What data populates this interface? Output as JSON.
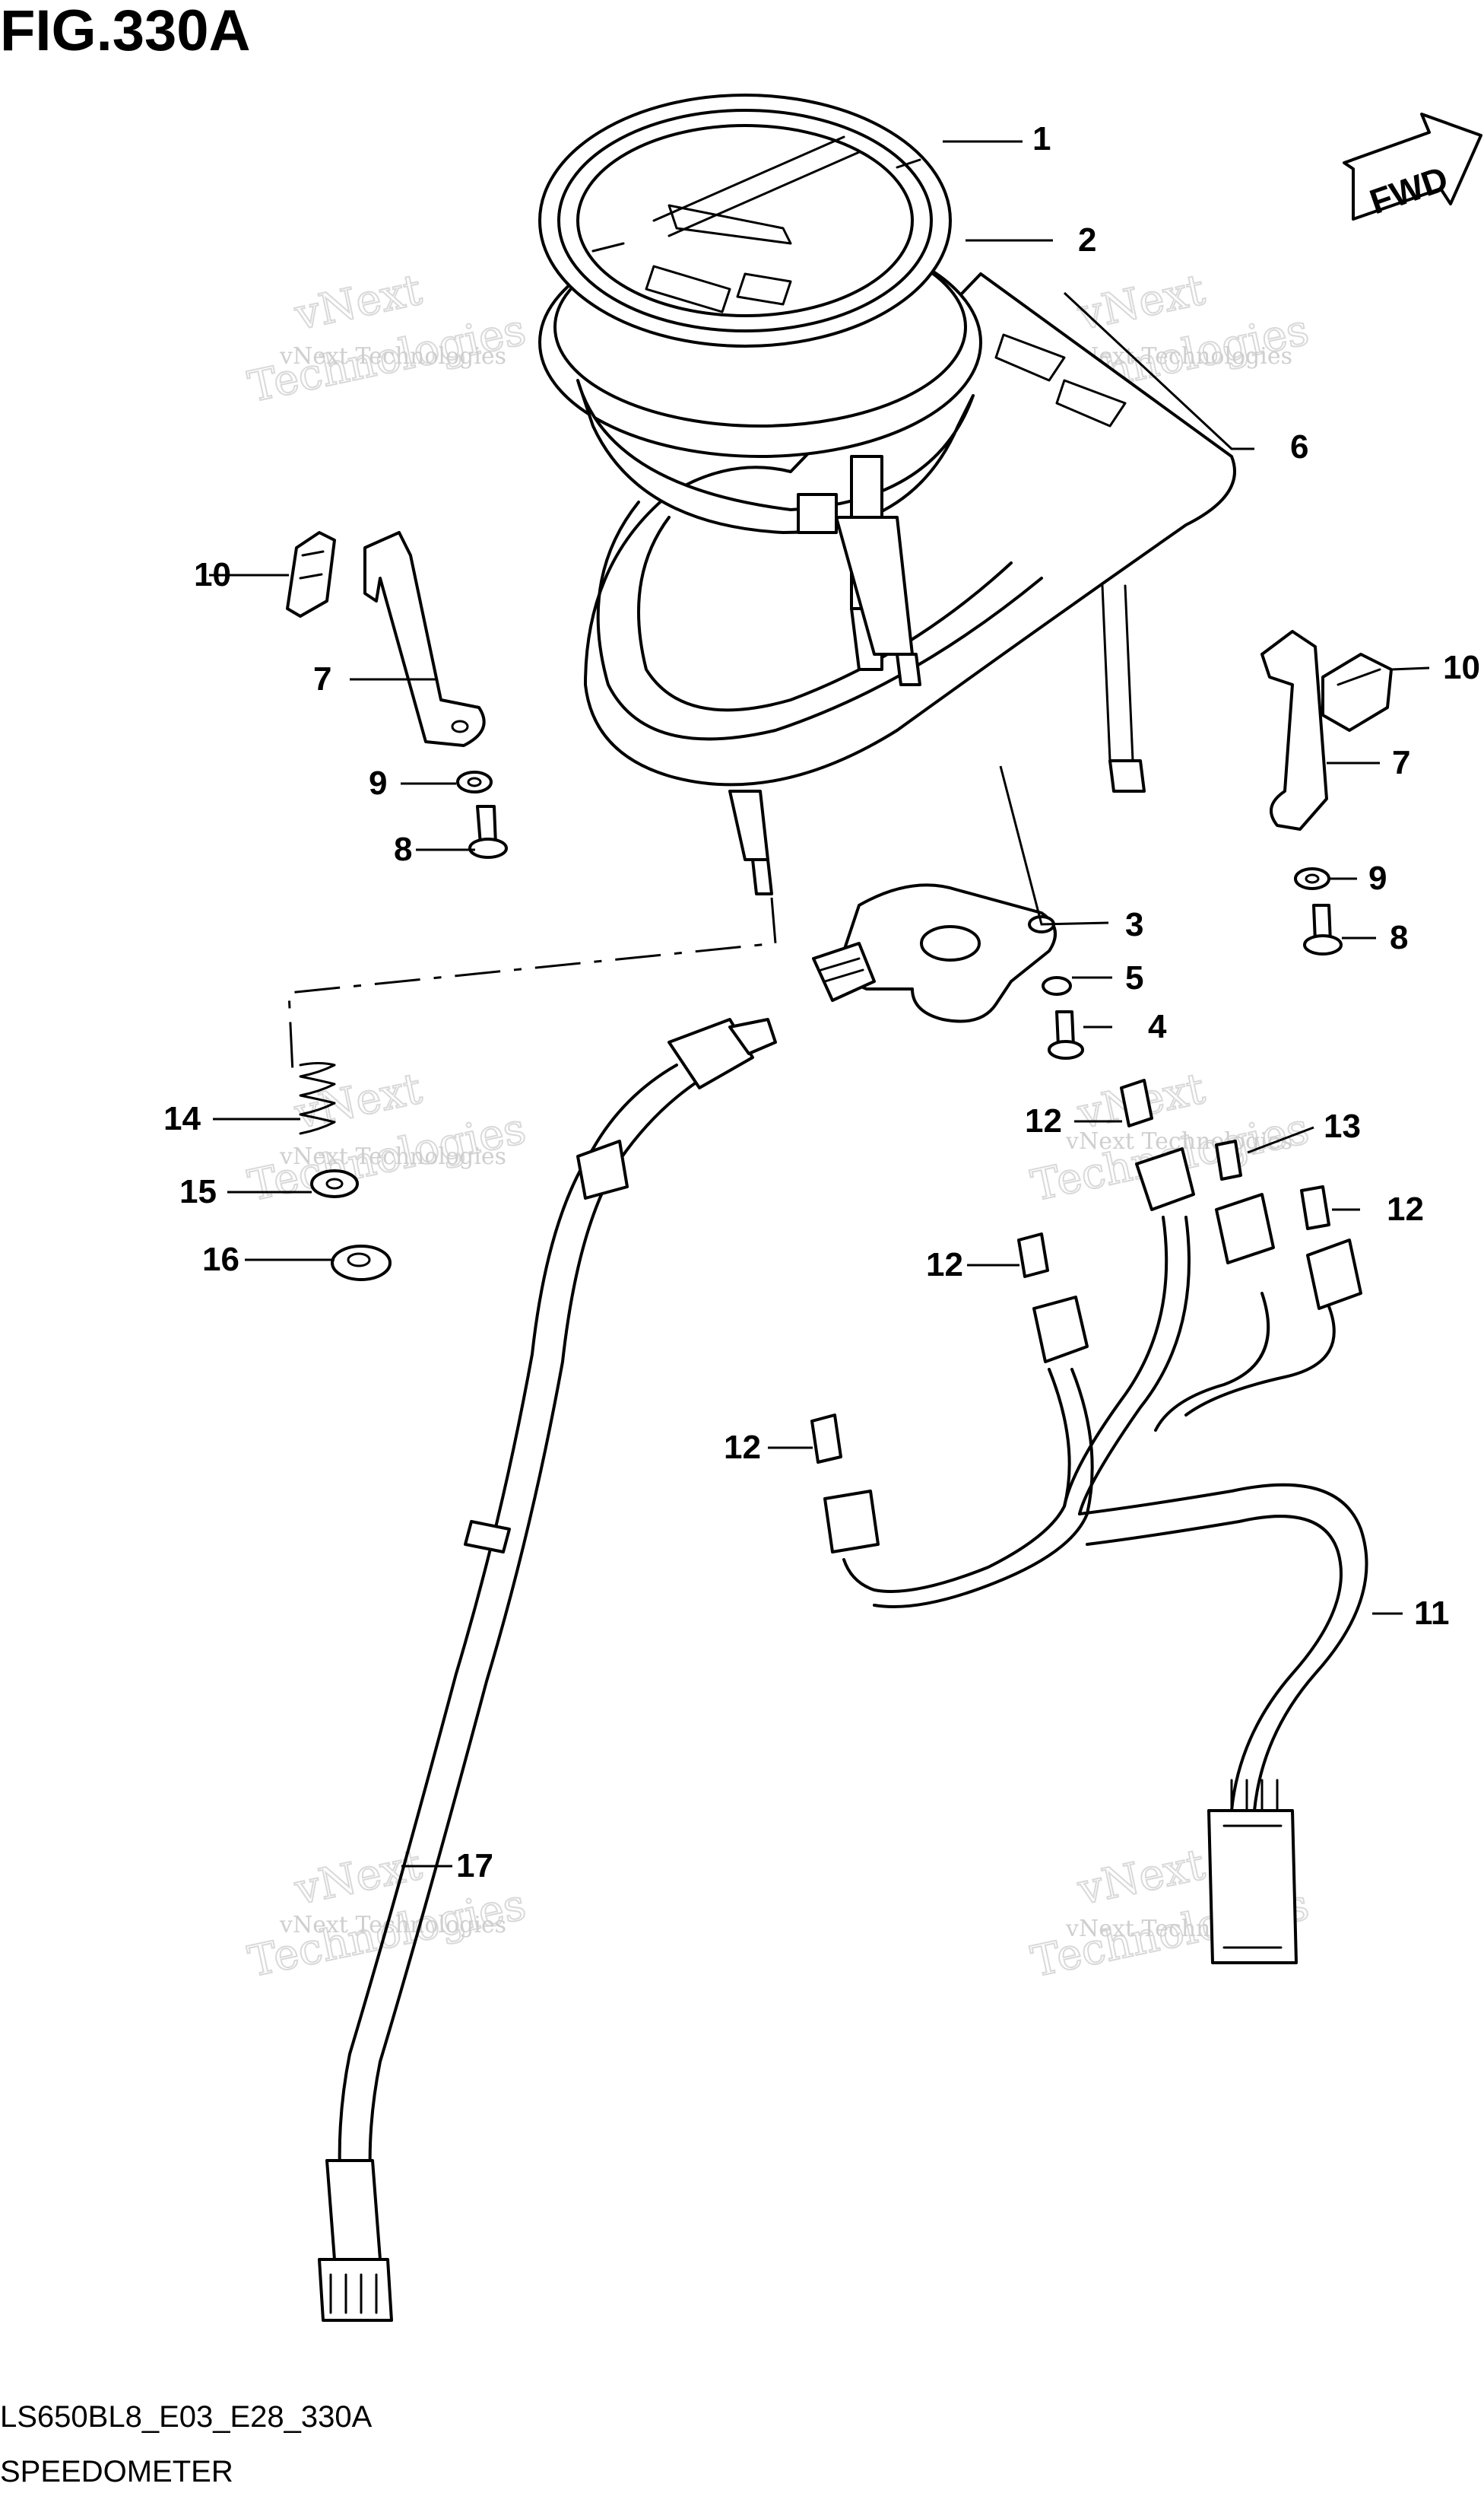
{
  "title": "FIG.330A",
  "direction_tag": "FWD",
  "footer": {
    "code": "LS650BL8_E03_E28_330A",
    "name": "SPEEDOMETER"
  },
  "watermark": {
    "line1": "vNext Technologies",
    "line2": "vNext",
    "line3": "Technologies"
  },
  "callouts": [
    {
      "id": "c1",
      "number": "1"
    },
    {
      "id": "c2",
      "number": "2"
    },
    {
      "id": "c3",
      "number": "3"
    },
    {
      "id": "c4",
      "number": "4"
    },
    {
      "id": "c5",
      "number": "5"
    },
    {
      "id": "c6",
      "number": "6"
    },
    {
      "id": "c7a",
      "number": "7"
    },
    {
      "id": "c7b",
      "number": "7"
    },
    {
      "id": "c8a",
      "number": "8"
    },
    {
      "id": "c8b",
      "number": "8"
    },
    {
      "id": "c9a",
      "number": "9"
    },
    {
      "id": "c9b",
      "number": "9"
    },
    {
      "id": "c10a",
      "number": "10"
    },
    {
      "id": "c10b",
      "number": "10"
    },
    {
      "id": "c11",
      "number": "11"
    },
    {
      "id": "c12a",
      "number": "12"
    },
    {
      "id": "c12b",
      "number": "12"
    },
    {
      "id": "c12c",
      "number": "12"
    },
    {
      "id": "c12d",
      "number": "12"
    },
    {
      "id": "c13",
      "number": "13"
    },
    {
      "id": "c14",
      "number": "14"
    },
    {
      "id": "c15",
      "number": "15"
    },
    {
      "id": "c16",
      "number": "16"
    },
    {
      "id": "c17",
      "number": "17"
    }
  ]
}
